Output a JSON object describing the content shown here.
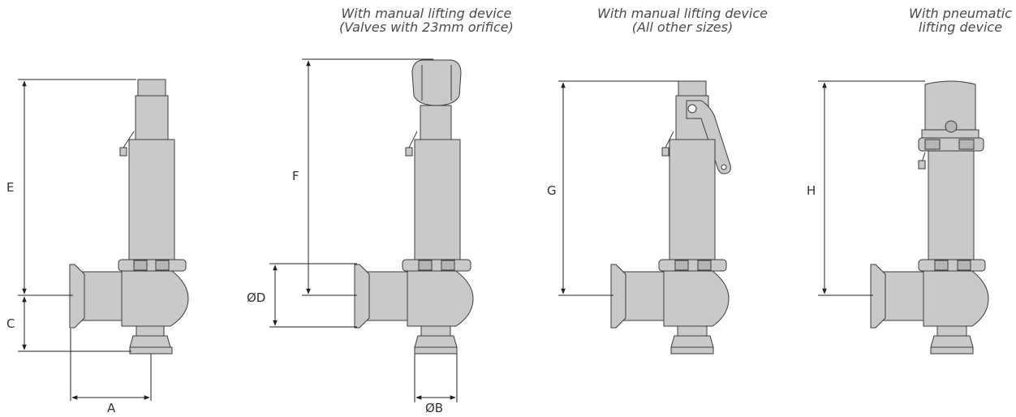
{
  "captions": {
    "manual_23mm": {
      "line1": "With manual lifting device",
      "line2": "(Valves with 23mm orifice)"
    },
    "manual_other": {
      "line1": "With manual lifting device",
      "line2": "(All other sizes)"
    },
    "pneumatic": {
      "line1": "With pneumatic",
      "line2": "lifting device"
    }
  },
  "dimensions": {
    "A": "A",
    "B": "ØB",
    "C": "C",
    "D": "ØD",
    "E": "E",
    "F": "F",
    "G": "G",
    "H": "H"
  },
  "colors": {
    "body_fill": "#c9c9c9",
    "outline": "#3a3a3a",
    "dim_line": "#222222"
  }
}
